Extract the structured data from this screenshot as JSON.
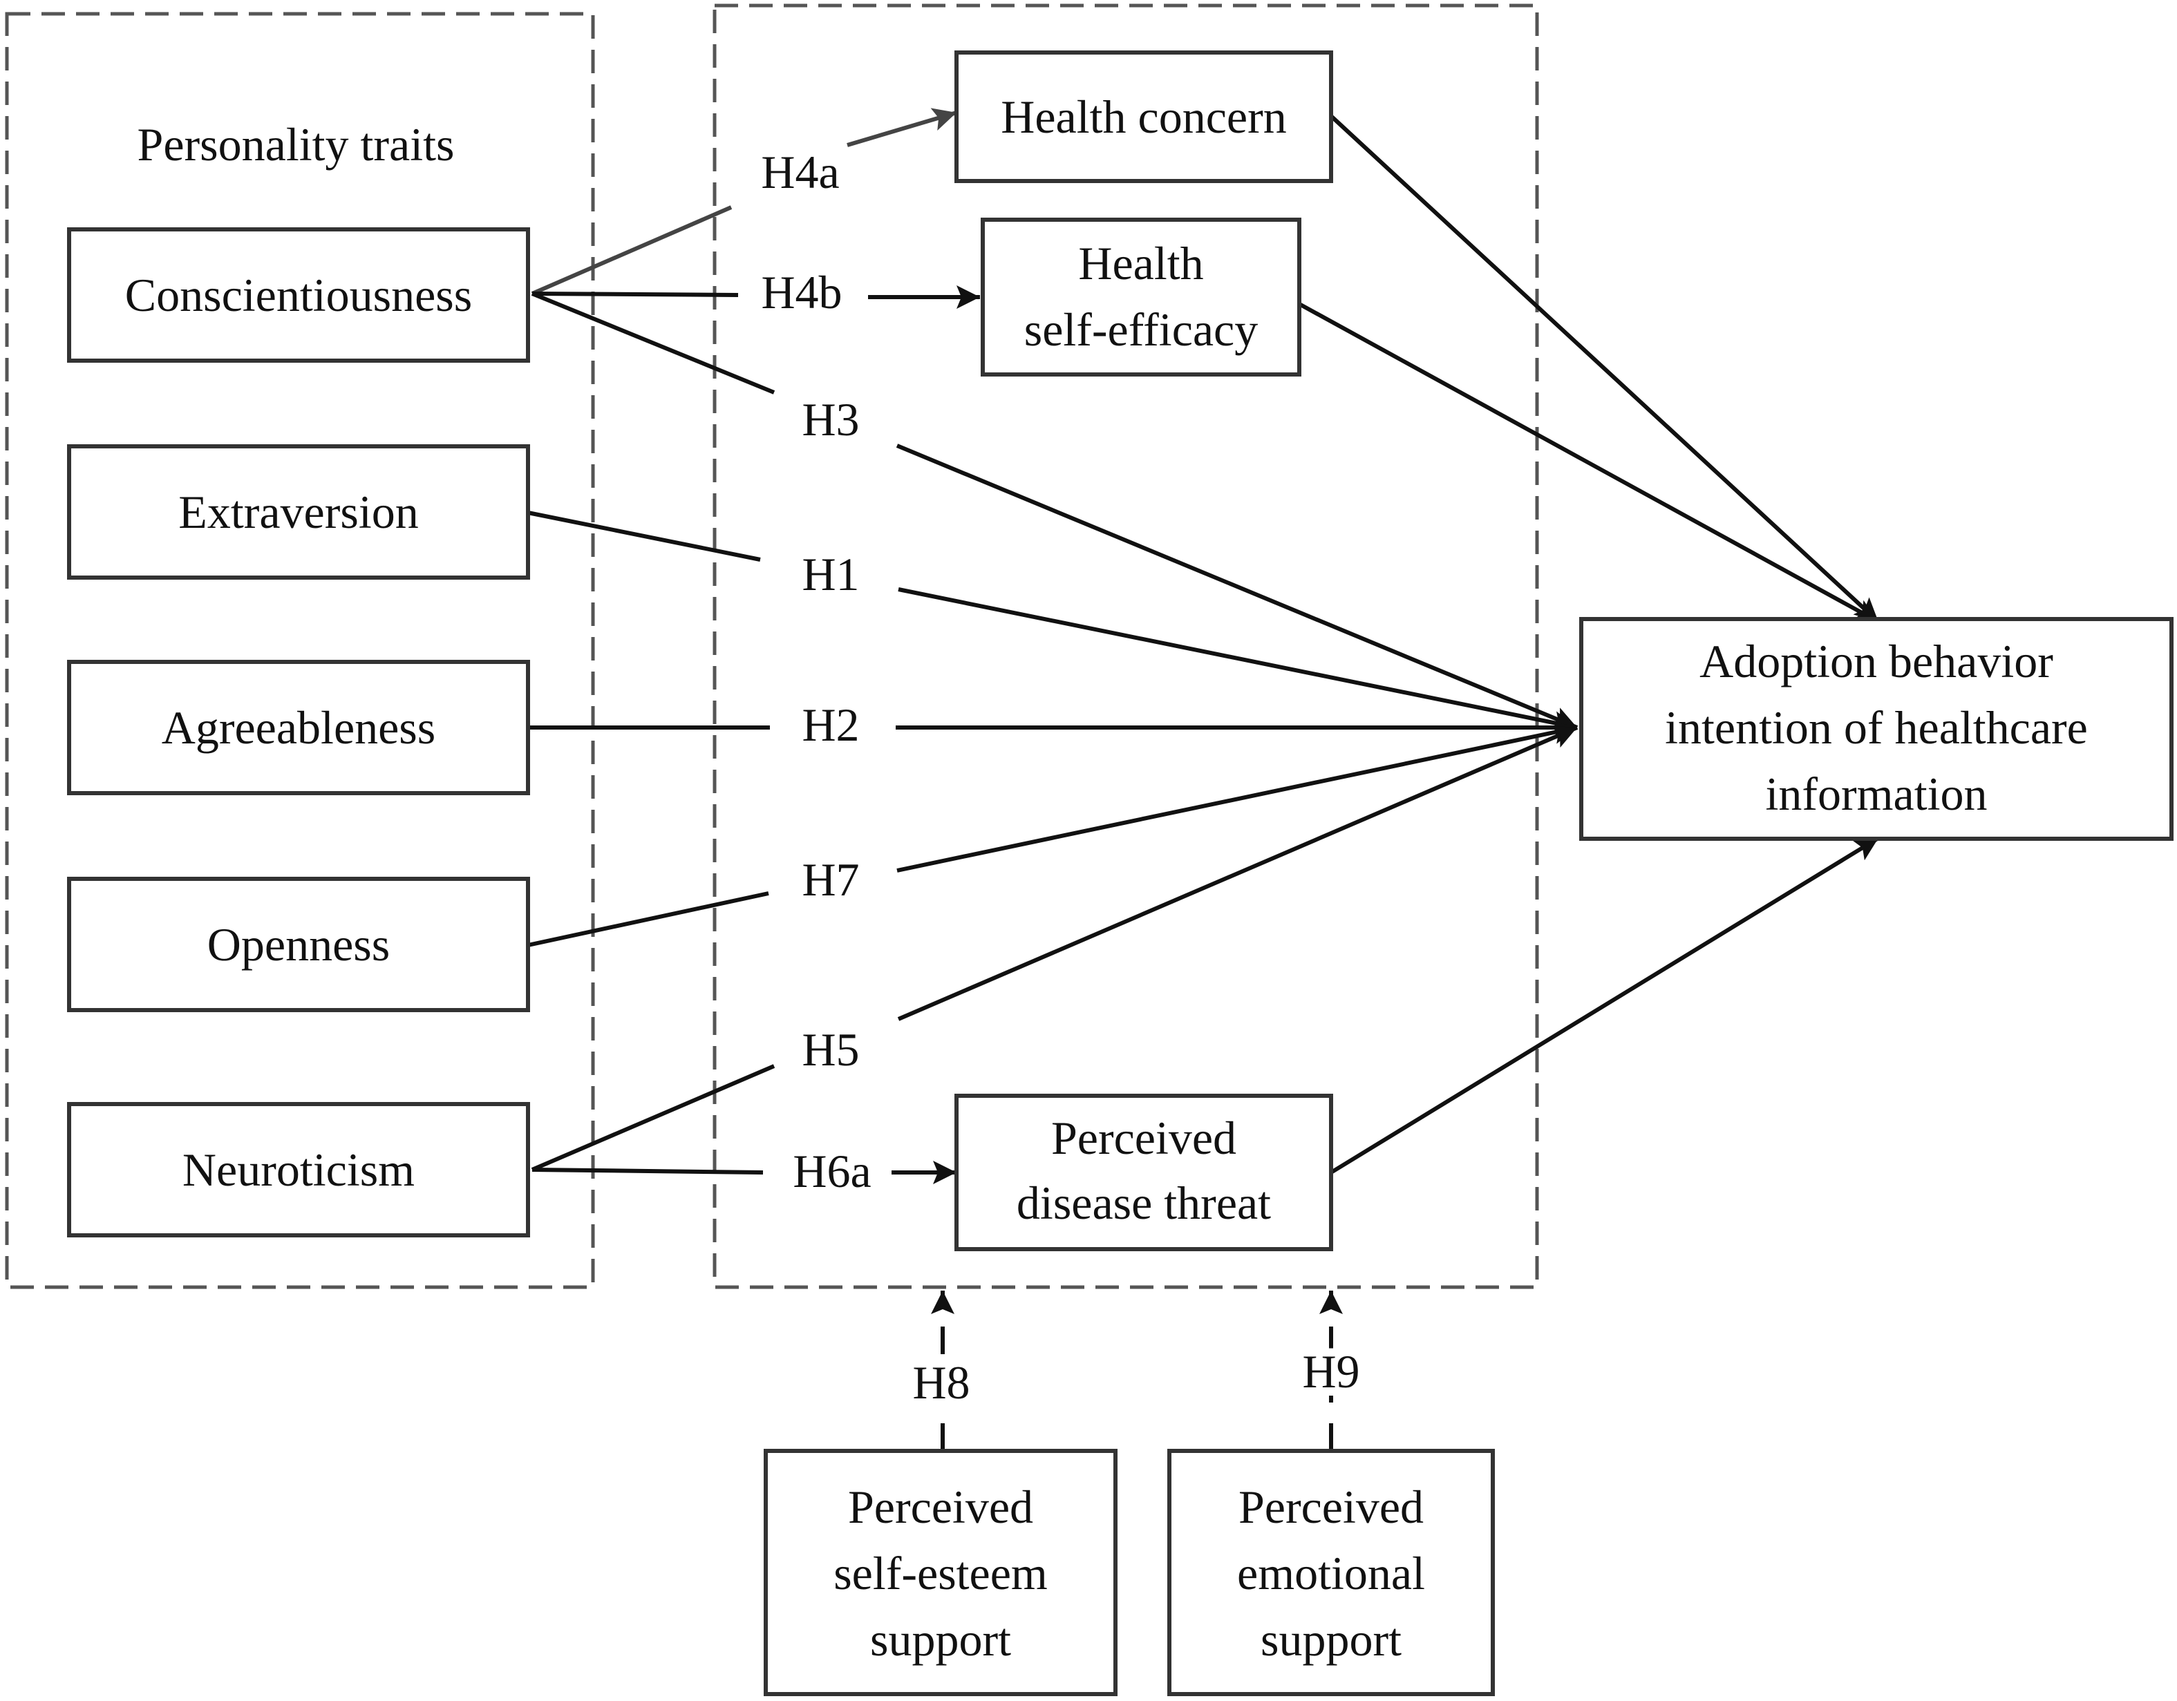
{
  "groups": {
    "personality": {
      "title": "Personality traits"
    },
    "mediators": {
      "title": ""
    }
  },
  "nodes": {
    "conscientiousness": [
      "Conscientiousness"
    ],
    "extraversion": [
      "Extraversion"
    ],
    "agreeableness": [
      "Agreeableness"
    ],
    "openness": [
      "Openness"
    ],
    "neuroticism": [
      "Neuroticism"
    ],
    "health_concern": [
      "Health concern"
    ],
    "health_self_efficacy": [
      "Health",
      "self-efficacy"
    ],
    "perceived_disease_threat": [
      "Perceived",
      "disease threat"
    ],
    "adoption": [
      "Adoption behavior",
      "intention of healthcare",
      "information"
    ],
    "self_esteem_support": [
      "Perceived",
      "self-esteem",
      "support"
    ],
    "emotional_support": [
      "Perceived",
      "emotional",
      "support"
    ]
  },
  "hypotheses": {
    "H1": "H1",
    "H2": "H2",
    "H3": "H3",
    "H4a": "H4a",
    "H4b": "H4b",
    "H5": "H5",
    "H6a": "H6a",
    "H7": "H7",
    "H8": "H8",
    "H9": "H9"
  },
  "colors": {
    "line": "#111111",
    "box_border": "#333333",
    "dashed_border": "#555555",
    "h4a_arrow": "#444444"
  }
}
